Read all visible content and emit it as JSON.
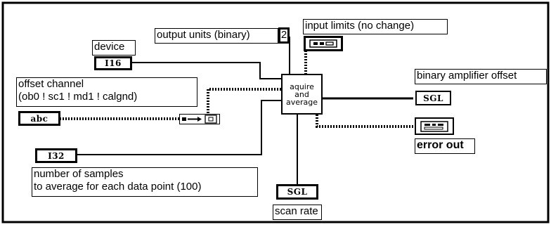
{
  "vi_node": {
    "line1": "aquire",
    "line2": "and",
    "line3": "average"
  },
  "labels": {
    "device": "device",
    "offset_channel_line1": "offset channel",
    "offset_channel_line2": "(ob0 ! sc1 ! md1 ! calgnd)",
    "output_units": "output units (binary)",
    "output_units_value": "2",
    "input_limits": "input limits (no change)",
    "binary_amplifier_offset": "binary amplifier offset",
    "error_out": "error out",
    "number_samples_line1": "number of samples",
    "number_samples_line2": "to average for each data point (100)",
    "scan_rate": "scan rate"
  },
  "terminals": {
    "device_type": "I16",
    "offset_channel_type": "abc",
    "samples_type": "I32",
    "scan_rate_type": "SGL",
    "amp_offset_type": "SGL"
  },
  "icons": {
    "input_limits": "cluster-array-icon",
    "error_out": "error-cluster-icon",
    "string_to_array": "string-to-array-icon"
  },
  "colors": {
    "wire": "#000000",
    "background": "#ffffff"
  }
}
